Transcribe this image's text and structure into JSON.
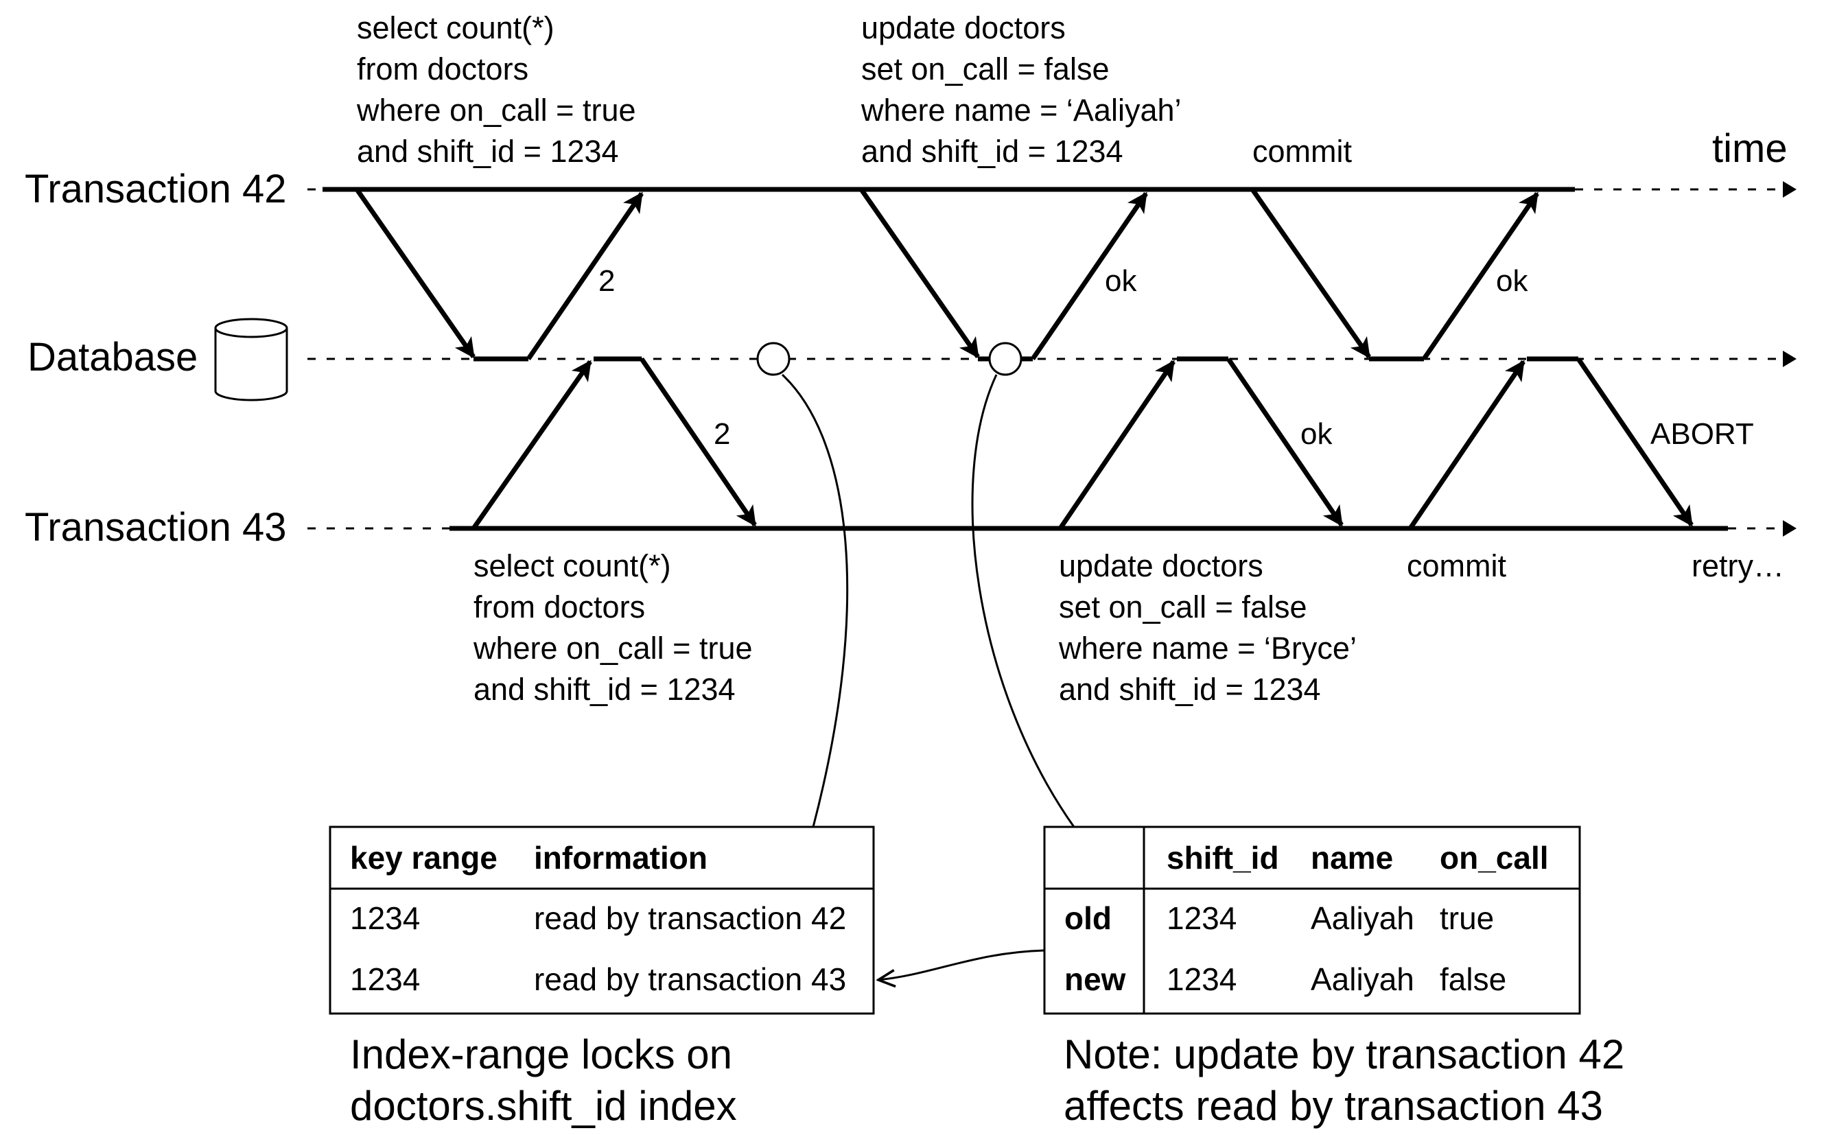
{
  "lanes": {
    "tx42": "Transaction 42",
    "database": "Database",
    "tx43": "Transaction 43",
    "time": "time"
  },
  "tx42": {
    "query1": [
      "select count(*)",
      "from doctors",
      "where on_call = true",
      "and shift_id = 1234"
    ],
    "query2": [
      "update doctors",
      "set on_call = false",
      "where name = ‘Aaliyah’",
      "and shift_id = 1234"
    ],
    "commit": "commit"
  },
  "tx43": {
    "query1": [
      "select count(*)",
      "from doctors",
      "where on_call = true",
      "and shift_id = 1234"
    ],
    "query2": [
      "update doctors",
      "set on_call = false",
      "where name = ‘Bryce’",
      "and shift_id = 1234"
    ],
    "commit": "commit",
    "retry": "retry…"
  },
  "responses": {
    "tx42_count": "2",
    "tx42_update": "ok",
    "tx42_commit": "ok",
    "tx43_count": "2",
    "tx43_update": "ok",
    "tx43_abort": "ABORT"
  },
  "lock_table": {
    "headers": [
      "key range",
      "information"
    ],
    "rows": [
      [
        "1234",
        "read by transaction 42"
      ],
      [
        "1234",
        "read by transaction 43"
      ]
    ],
    "caption": [
      "Index-range locks on",
      "doctors.shift_id index"
    ]
  },
  "data_table": {
    "headers": [
      "",
      "shift_id",
      "name",
      "on_call"
    ],
    "rows": [
      [
        "old",
        "1234",
        "Aaliyah",
        "true"
      ],
      [
        "new",
        "1234",
        "Aaliyah",
        "false"
      ]
    ],
    "caption": [
      "Note: update by transaction 42",
      "affects read by transaction 43"
    ]
  }
}
